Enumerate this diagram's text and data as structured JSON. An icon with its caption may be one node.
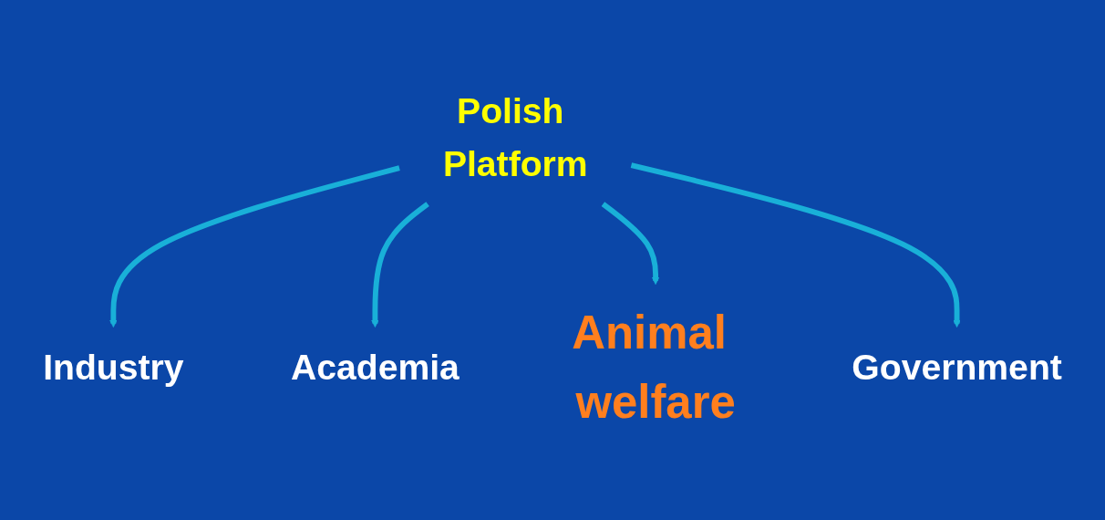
{
  "diagram": {
    "nodes": [
      {
        "text": [
          "Industry"
        ]
      },
      {
        "text": [
          "Academia"
        ]
      },
      {
        "text": [
          "Polish Platform"
        ]
      },
      {
        "text": [
          "Animal welfare"
        ]
      },
      {
        "text": [
          "Government"
        ]
      }
    ],
    "edges": [
      {
        "from": 2,
        "to": 0,
        "arrow": "to"
      },
      {
        "from": 2,
        "to": 1,
        "arrow": "to"
      },
      {
        "from": 2,
        "to": 3,
        "arrow": "to"
      },
      {
        "from": 2,
        "to": 4,
        "arrow": "to"
      }
    ]
  }
}
